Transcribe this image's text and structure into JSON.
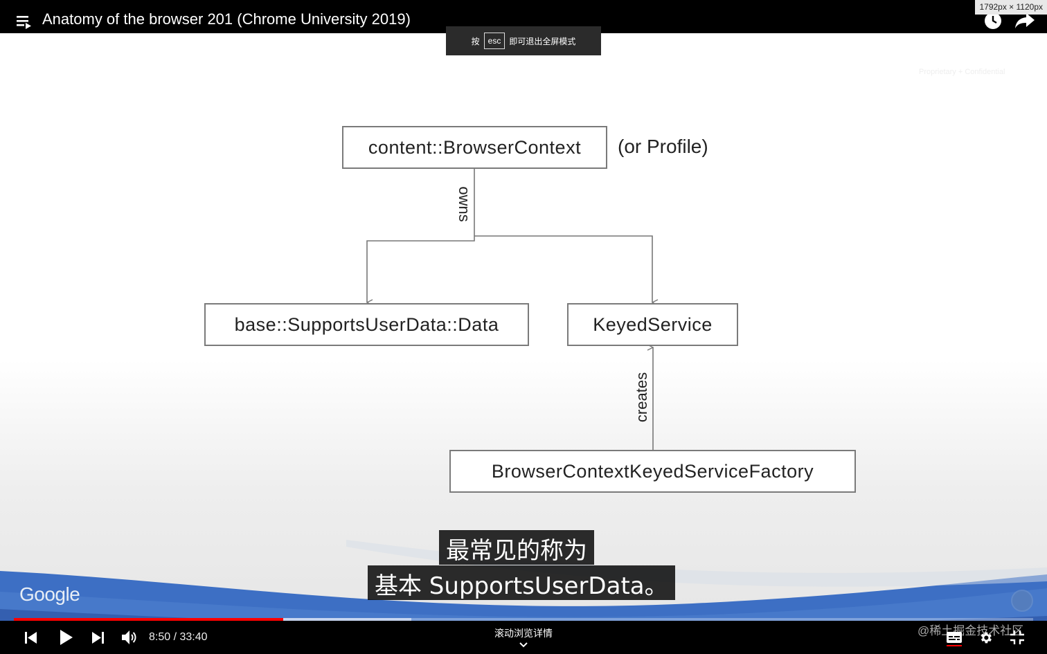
{
  "header": {
    "video_title": "Anatomy of the browser 201 (Chrome University 2019)",
    "dims_badge": "1792px × 1120px"
  },
  "fullscreen_toast": {
    "prefix": "按",
    "key": "esc",
    "suffix": "即可退出全屏模式"
  },
  "slide": {
    "confidential_note": "Proprietary + Confidential",
    "diagram": {
      "nodes": {
        "browser_context": "content::BrowserContext",
        "supports_user_data": "base::SupportsUserData::Data",
        "keyed_service": "KeyedService",
        "factory": "BrowserContextKeyedServiceFactory"
      },
      "side_note": "(or Profile)",
      "edges": {
        "owns": "owns",
        "creates": "creates"
      }
    },
    "logo": "Google"
  },
  "subtitles": {
    "line1": "最常见的称为",
    "line2": "基本 SupportsUserData。"
  },
  "player": {
    "current_time": "8:50",
    "duration": "33:40",
    "time_display": "8:50 / 33:40",
    "progress_fraction": 0.2642,
    "buffered_fraction": 0.39,
    "scroll_hint": "滚动浏览详情",
    "watermark": "@稀土掘金技术社区",
    "colors": {
      "progress": "#ff0000",
      "brand_blue": "#3f6fc0"
    }
  }
}
